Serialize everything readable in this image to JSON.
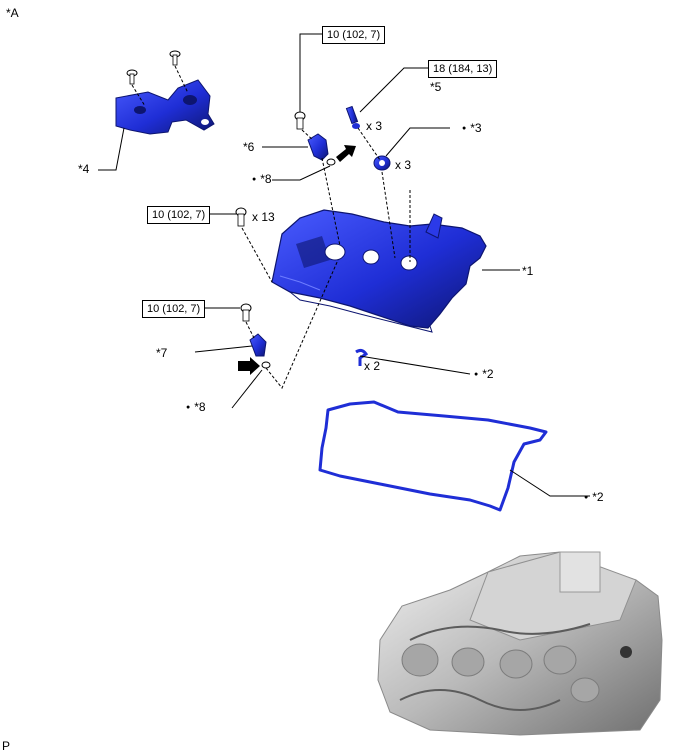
{
  "figure_id": "*A",
  "footer_code": "P",
  "torques": {
    "cover_bolts": "10 (102, 7)",
    "plug_tubes": "18 (184, 13)",
    "upper_bracket_bolt": "10 (102, 7)",
    "lower_bracket_bolt": "10 (102, 7)"
  },
  "parts": {
    "head_cover": "*1",
    "gasket_small": "*2",
    "gasket_main": "*2",
    "ring": "*3",
    "bracket_assy": "*4",
    "plug_tube": "*5",
    "upper_bracket": "*6",
    "lower_bracket": "*7",
    "oring_upper": "*8",
    "oring_lower": "*8"
  },
  "quantities": {
    "plug_tube": "x 3",
    "ring": "x 3",
    "cover_bolts": "x 13",
    "gasket_small": "x 2"
  },
  "colors": {
    "part_blue": "#1f2ed6",
    "part_dark": "#0d1570",
    "line": "#000000",
    "engine_grey": "#b9b9b9"
  }
}
